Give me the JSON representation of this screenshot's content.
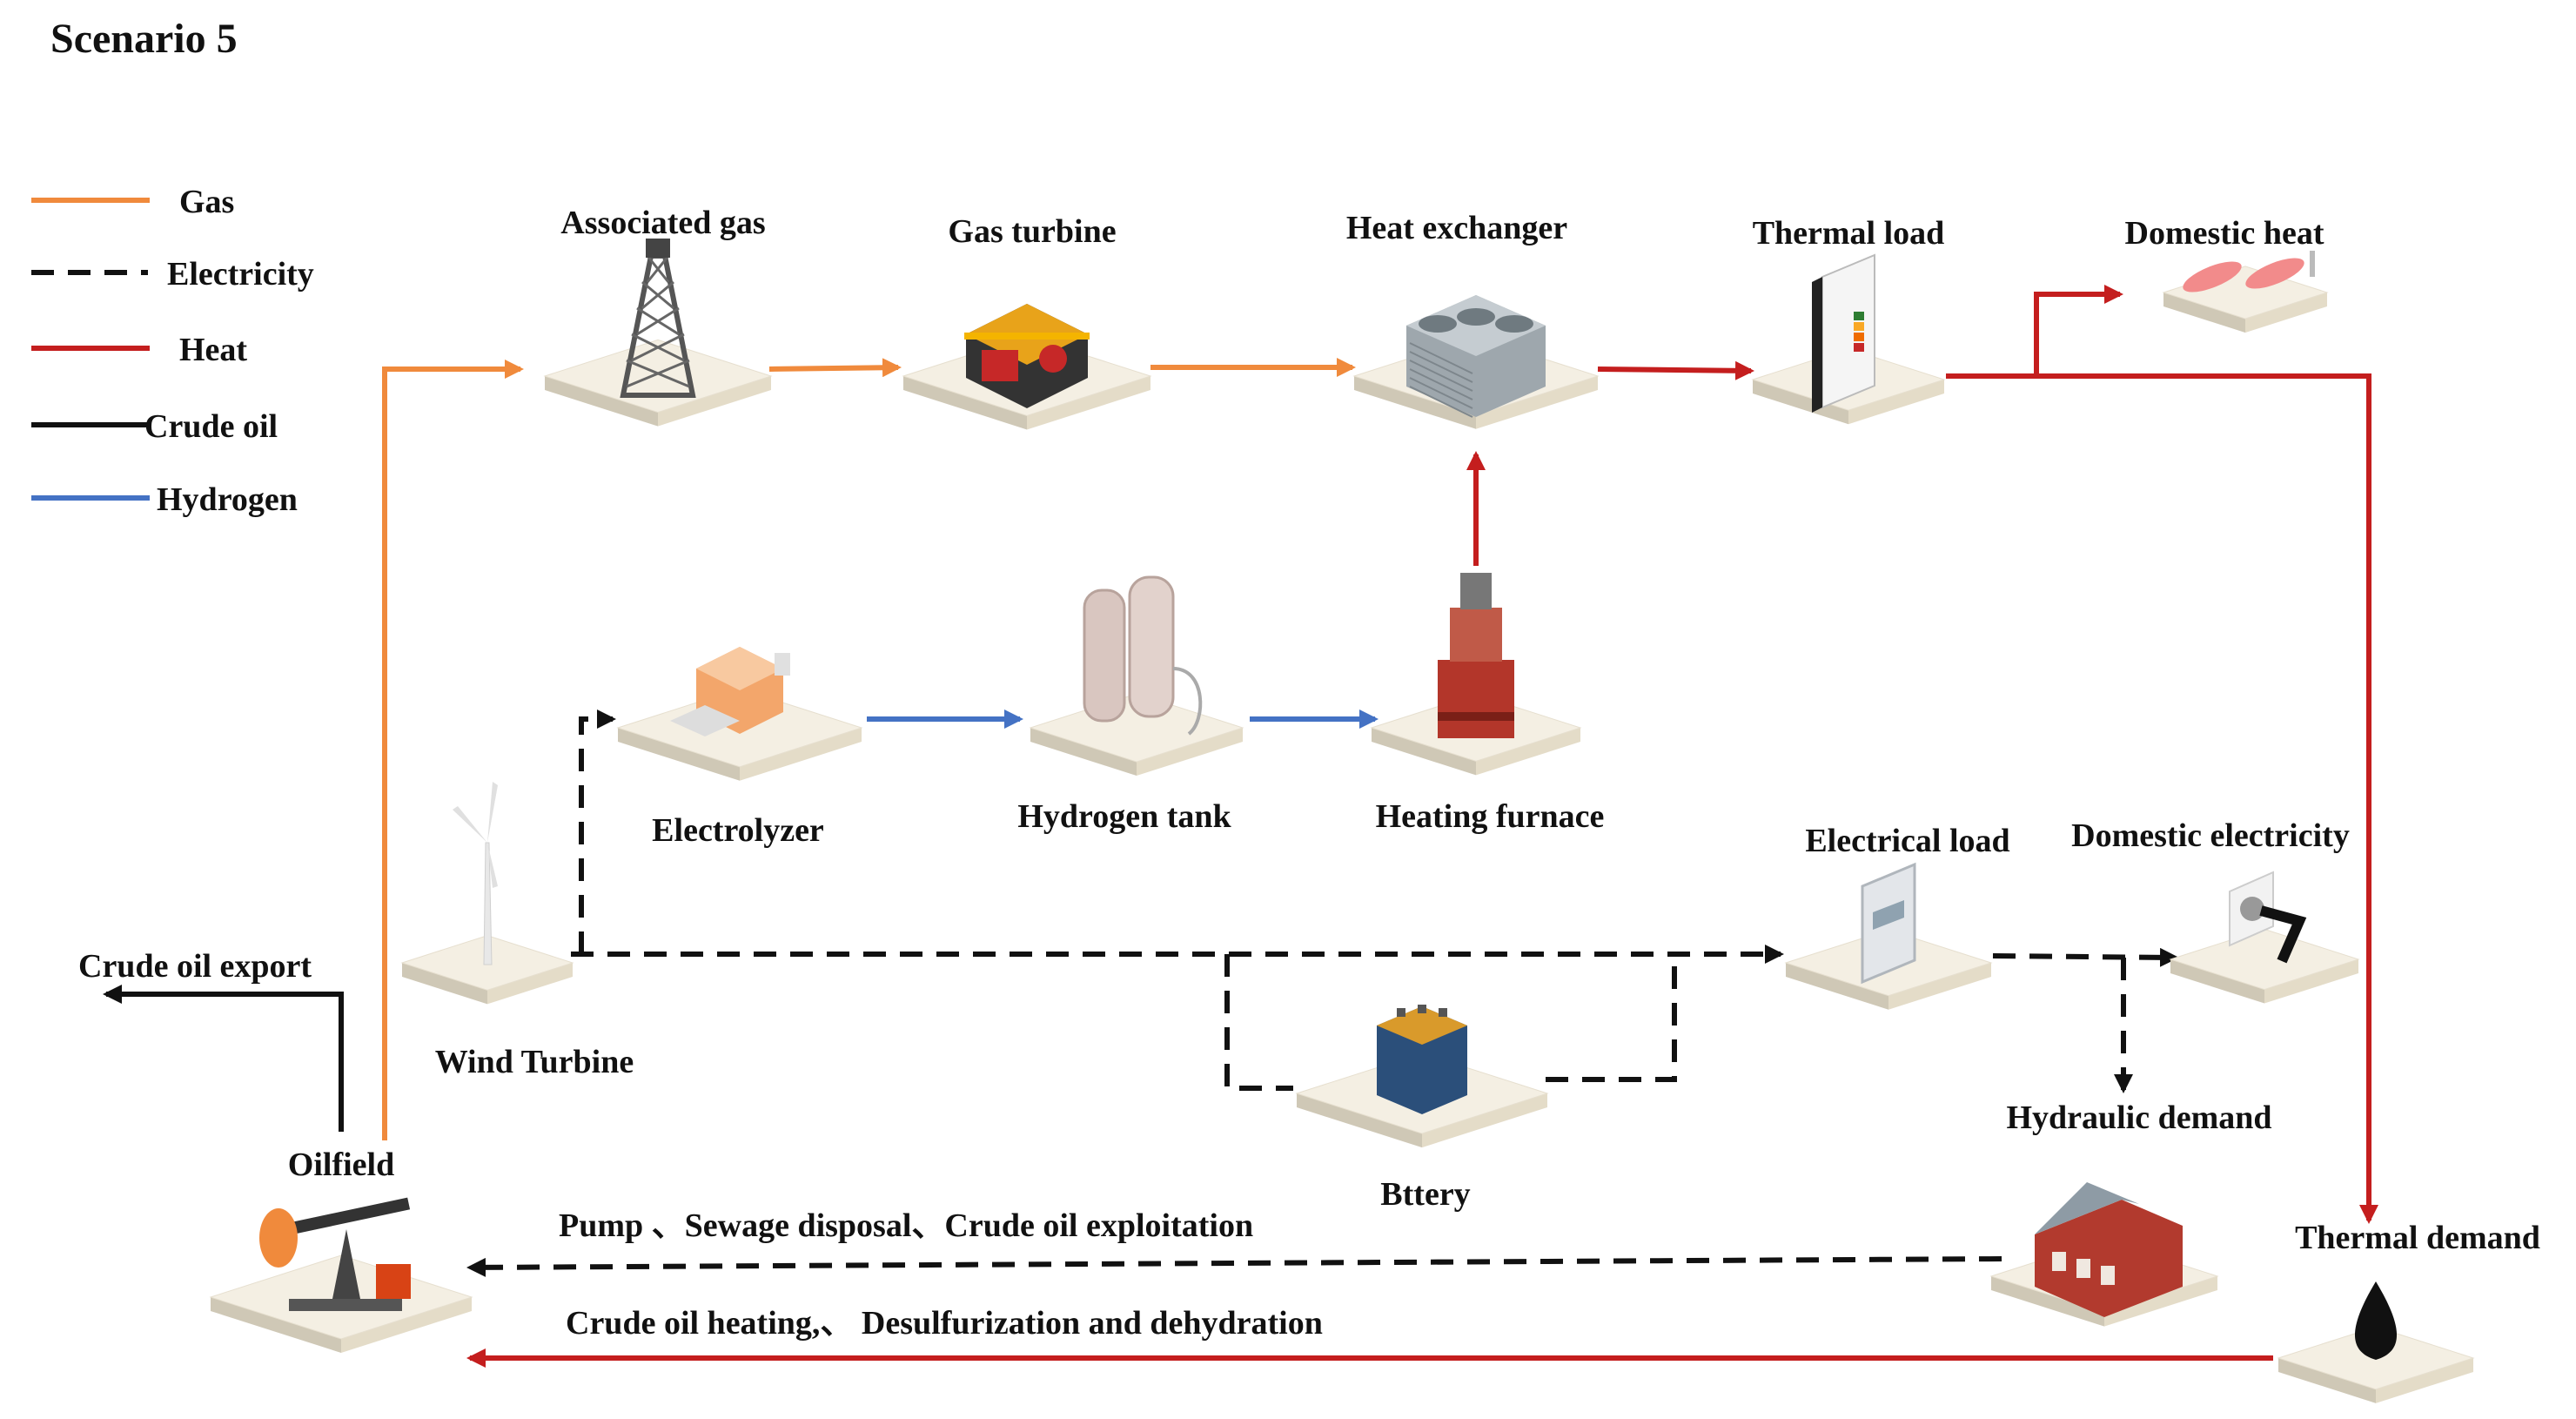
{
  "title": "Scenario 5",
  "colors": {
    "gas": "#F08A3C",
    "electricity": "#111111",
    "heat": "#C41E1E",
    "crude_oil": "#111111",
    "hydrogen": "#4472C4",
    "tile_top": "#F4EFE3",
    "tile_left": "#CFC8B6",
    "tile_right": "#E4DCC8"
  },
  "legend": [
    {
      "label": "Gas",
      "style": "solid",
      "color_key": "gas"
    },
    {
      "label": "Electricity",
      "style": "dashed",
      "color_key": "electricity"
    },
    {
      "label": "Heat",
      "style": "solid",
      "color_key": "heat"
    },
    {
      "label": "Crude oil",
      "style": "solid",
      "color_key": "crude_oil"
    },
    {
      "label": "Hydrogen",
      "style": "solid",
      "color_key": "hydrogen"
    }
  ],
  "nodes": {
    "associated_gas": {
      "label": "Associated gas",
      "icon": "gas-rig-icon"
    },
    "gas_turbine": {
      "label": "Gas turbine",
      "icon": "generator-icon"
    },
    "heat_exchanger": {
      "label": "Heat exchanger",
      "icon": "heat-exchanger-icon"
    },
    "thermal_load": {
      "label": "Thermal load",
      "icon": "thermostat-panel-icon"
    },
    "domestic_heat": {
      "label": "Domestic heat",
      "icon": "radiator-icon"
    },
    "electrolyzer": {
      "label": "Electrolyzer",
      "icon": "electrolyzer-icon"
    },
    "hydrogen_tank": {
      "label": "Hydrogen tank",
      "icon": "hydrogen-tank-icon"
    },
    "heating_furnace": {
      "label": "Heating furnace",
      "icon": "furnace-icon"
    },
    "wind_turbine": {
      "label": "Wind Turbine",
      "icon": "wind-turbine-icon"
    },
    "electrical_load": {
      "label": "Electrical load",
      "icon": "electric-meter-icon"
    },
    "domestic_electricity": {
      "label": "Domestic electricity",
      "icon": "socket-plug-icon"
    },
    "battery": {
      "label": "Bttery",
      "icon": "battery-icon"
    },
    "hydraulic_demand": {
      "label": "Hydraulic demand",
      "icon": "pump-station-icon"
    },
    "thermal_demand": {
      "label": "Thermal demand",
      "icon": "oil-drop-icon"
    },
    "oilfield": {
      "label": "Oilfield",
      "icon": "pumpjack-icon"
    }
  },
  "flow_labels": {
    "crude_oil_export": "Crude oil export",
    "pump_line": "Pump 、Sewage disposal、Crude oil exploitation",
    "heating_line": "Crude oil heating,、 Desulfurization and dehydration"
  }
}
